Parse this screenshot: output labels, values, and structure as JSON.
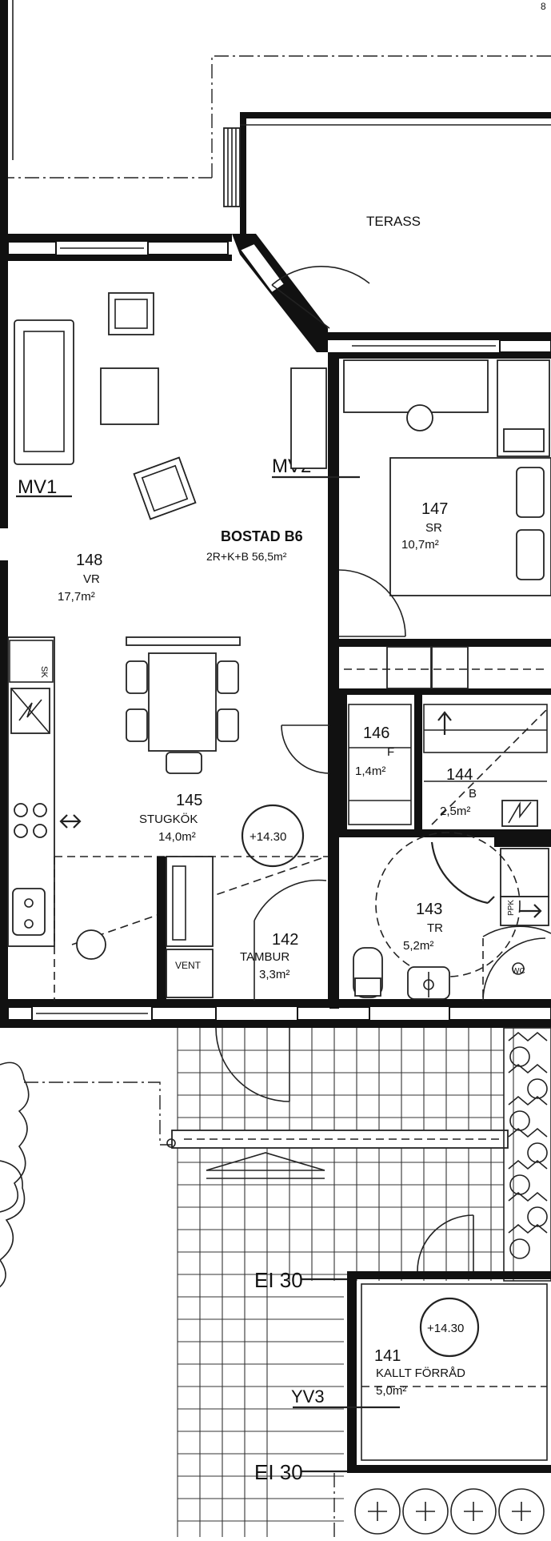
{
  "page": {
    "corner_mark": "8",
    "terrace_label": "TERASS",
    "apartment": {
      "title": "BOSTAD B6",
      "summary": "2R+K+B  56,5m²"
    },
    "markers": {
      "mv1": "MV1",
      "mv2": "MV2",
      "yv3": "YV3",
      "ei30_top": "EI 30",
      "ei30_bottom": "EI 30"
    },
    "elevations": {
      "main": "+14.30",
      "storage": "+14.30"
    },
    "fixtures": {
      "vent": "VENT",
      "kitchen_tag": "SK",
      "wc_tag": "WC",
      "tr_tag": "PPK"
    },
    "rooms": {
      "r148": {
        "number": "148",
        "name": "VR",
        "area": "17,7m²"
      },
      "r147": {
        "number": "147",
        "name": "SR",
        "area": "10,7m²"
      },
      "r146": {
        "number": "146",
        "name": "F",
        "area": "1,4m²"
      },
      "r144": {
        "number": "144",
        "name": "B",
        "area": "2,5m²"
      },
      "r145": {
        "number": "145",
        "name": "STUGKÖK",
        "area": "14,0m²"
      },
      "r143": {
        "number": "143",
        "name": "TR",
        "area": "5,2m²"
      },
      "r142": {
        "number": "142",
        "name": "TAMBUR",
        "area": "3,3m²"
      },
      "r141": {
        "number": "141",
        "name": "KALLT FÖRRÅD",
        "area": "5,0m²"
      }
    }
  }
}
